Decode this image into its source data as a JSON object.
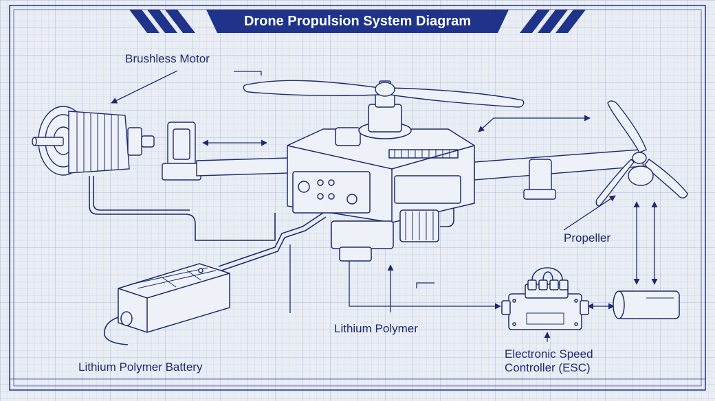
{
  "title": "Drone Propulsion System Diagram",
  "labels": {
    "brushless_motor": "Brushless Motor",
    "propeller": "Propeller",
    "lithium_polymer": "Lithium Polymer",
    "lithium_polymer_battery": "Lithium Polymer Battery",
    "esc_line1": "Electronic Speed",
    "esc_line2": "Controller (ESC)"
  },
  "colors": {
    "ink": "#1c2b6e",
    "banner": "#1e3389",
    "paper": "#e9edf4"
  }
}
